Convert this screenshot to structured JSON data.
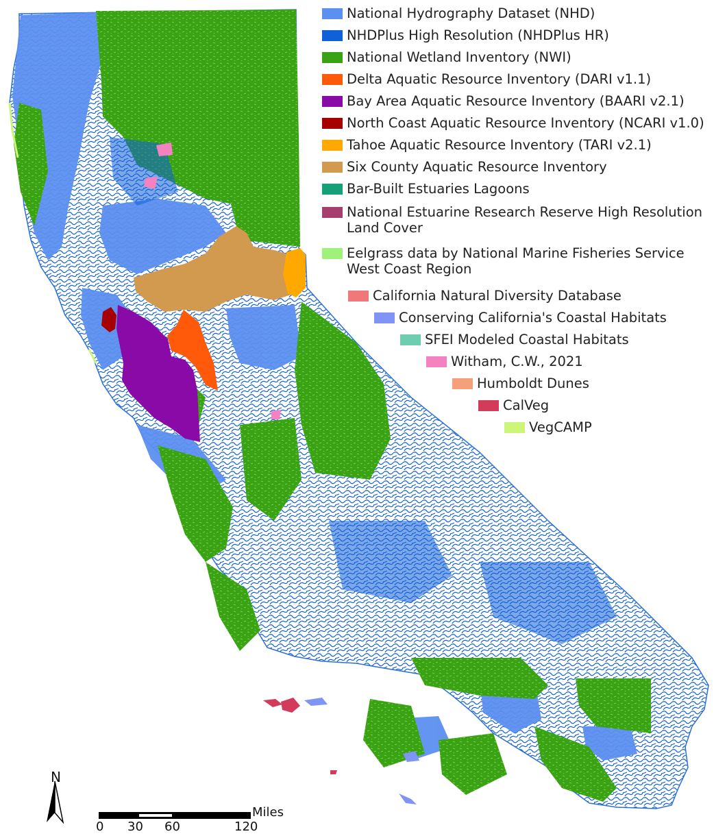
{
  "legend": [
    {
      "label": "National Hydrography Dataset (NHD)",
      "color": "#5b8ff0"
    },
    {
      "label": "NHDPlus High Resolution (NHDPlus HR)",
      "color": "#1060d8"
    },
    {
      "label": "National Wetland Inventory (NWI)",
      "color": "#3aa313"
    },
    {
      "label": "Delta Aquatic Resource Inventory (DARI v1.1)",
      "color": "#ff5a0a"
    },
    {
      "label": "Bay Area Aquatic Resource Inventory (BAARI v2.1)",
      "color": "#8a0aa8"
    },
    {
      "label": "North Coast Aquatic Resource Inventory (NCARI v1.0)",
      "color": "#a60000"
    },
    {
      "label": "Tahoe Aquatic Resource Inventory (TARI v2.1)",
      "color": "#ffa800"
    },
    {
      "label": "Six County Aquatic Resource Inventory",
      "color": "#d29a4e"
    },
    {
      "label": "Bar-Built Estuaries Lagoons",
      "color": "#14a078"
    },
    {
      "label": "National Estuarine Research Reserve High Resolution\nLand Cover",
      "color": "#a63f6e"
    },
    {
      "label": "Eelgrass data by National Marine Fisheries Service\nWest Coast Region",
      "color": "#9ef27a"
    },
    {
      "label": "California Natural Diversity Database",
      "color": "#f07878"
    },
    {
      "label": "Conserving California's Coastal Habitats",
      "color": "#7f94f5"
    },
    {
      "label": "SFEI Modeled Coastal Habitats",
      "color": "#6ccdb0"
    },
    {
      "label": "Witham, C.W., 2021",
      "color": "#f582c0"
    },
    {
      "label": "Humboldt Dunes",
      "color": "#f5a07a"
    },
    {
      "label": "CalVeg",
      "color": "#d23c5a"
    },
    {
      "label": "VegCAMP",
      "color": "#ccf57a"
    }
  ],
  "north_arrow": {
    "letter": "N",
    "icon": "north-arrow-icon"
  },
  "scale_bar": {
    "unit": "Miles",
    "ticks": [
      "0",
      "30",
      "60",
      "120"
    ]
  }
}
